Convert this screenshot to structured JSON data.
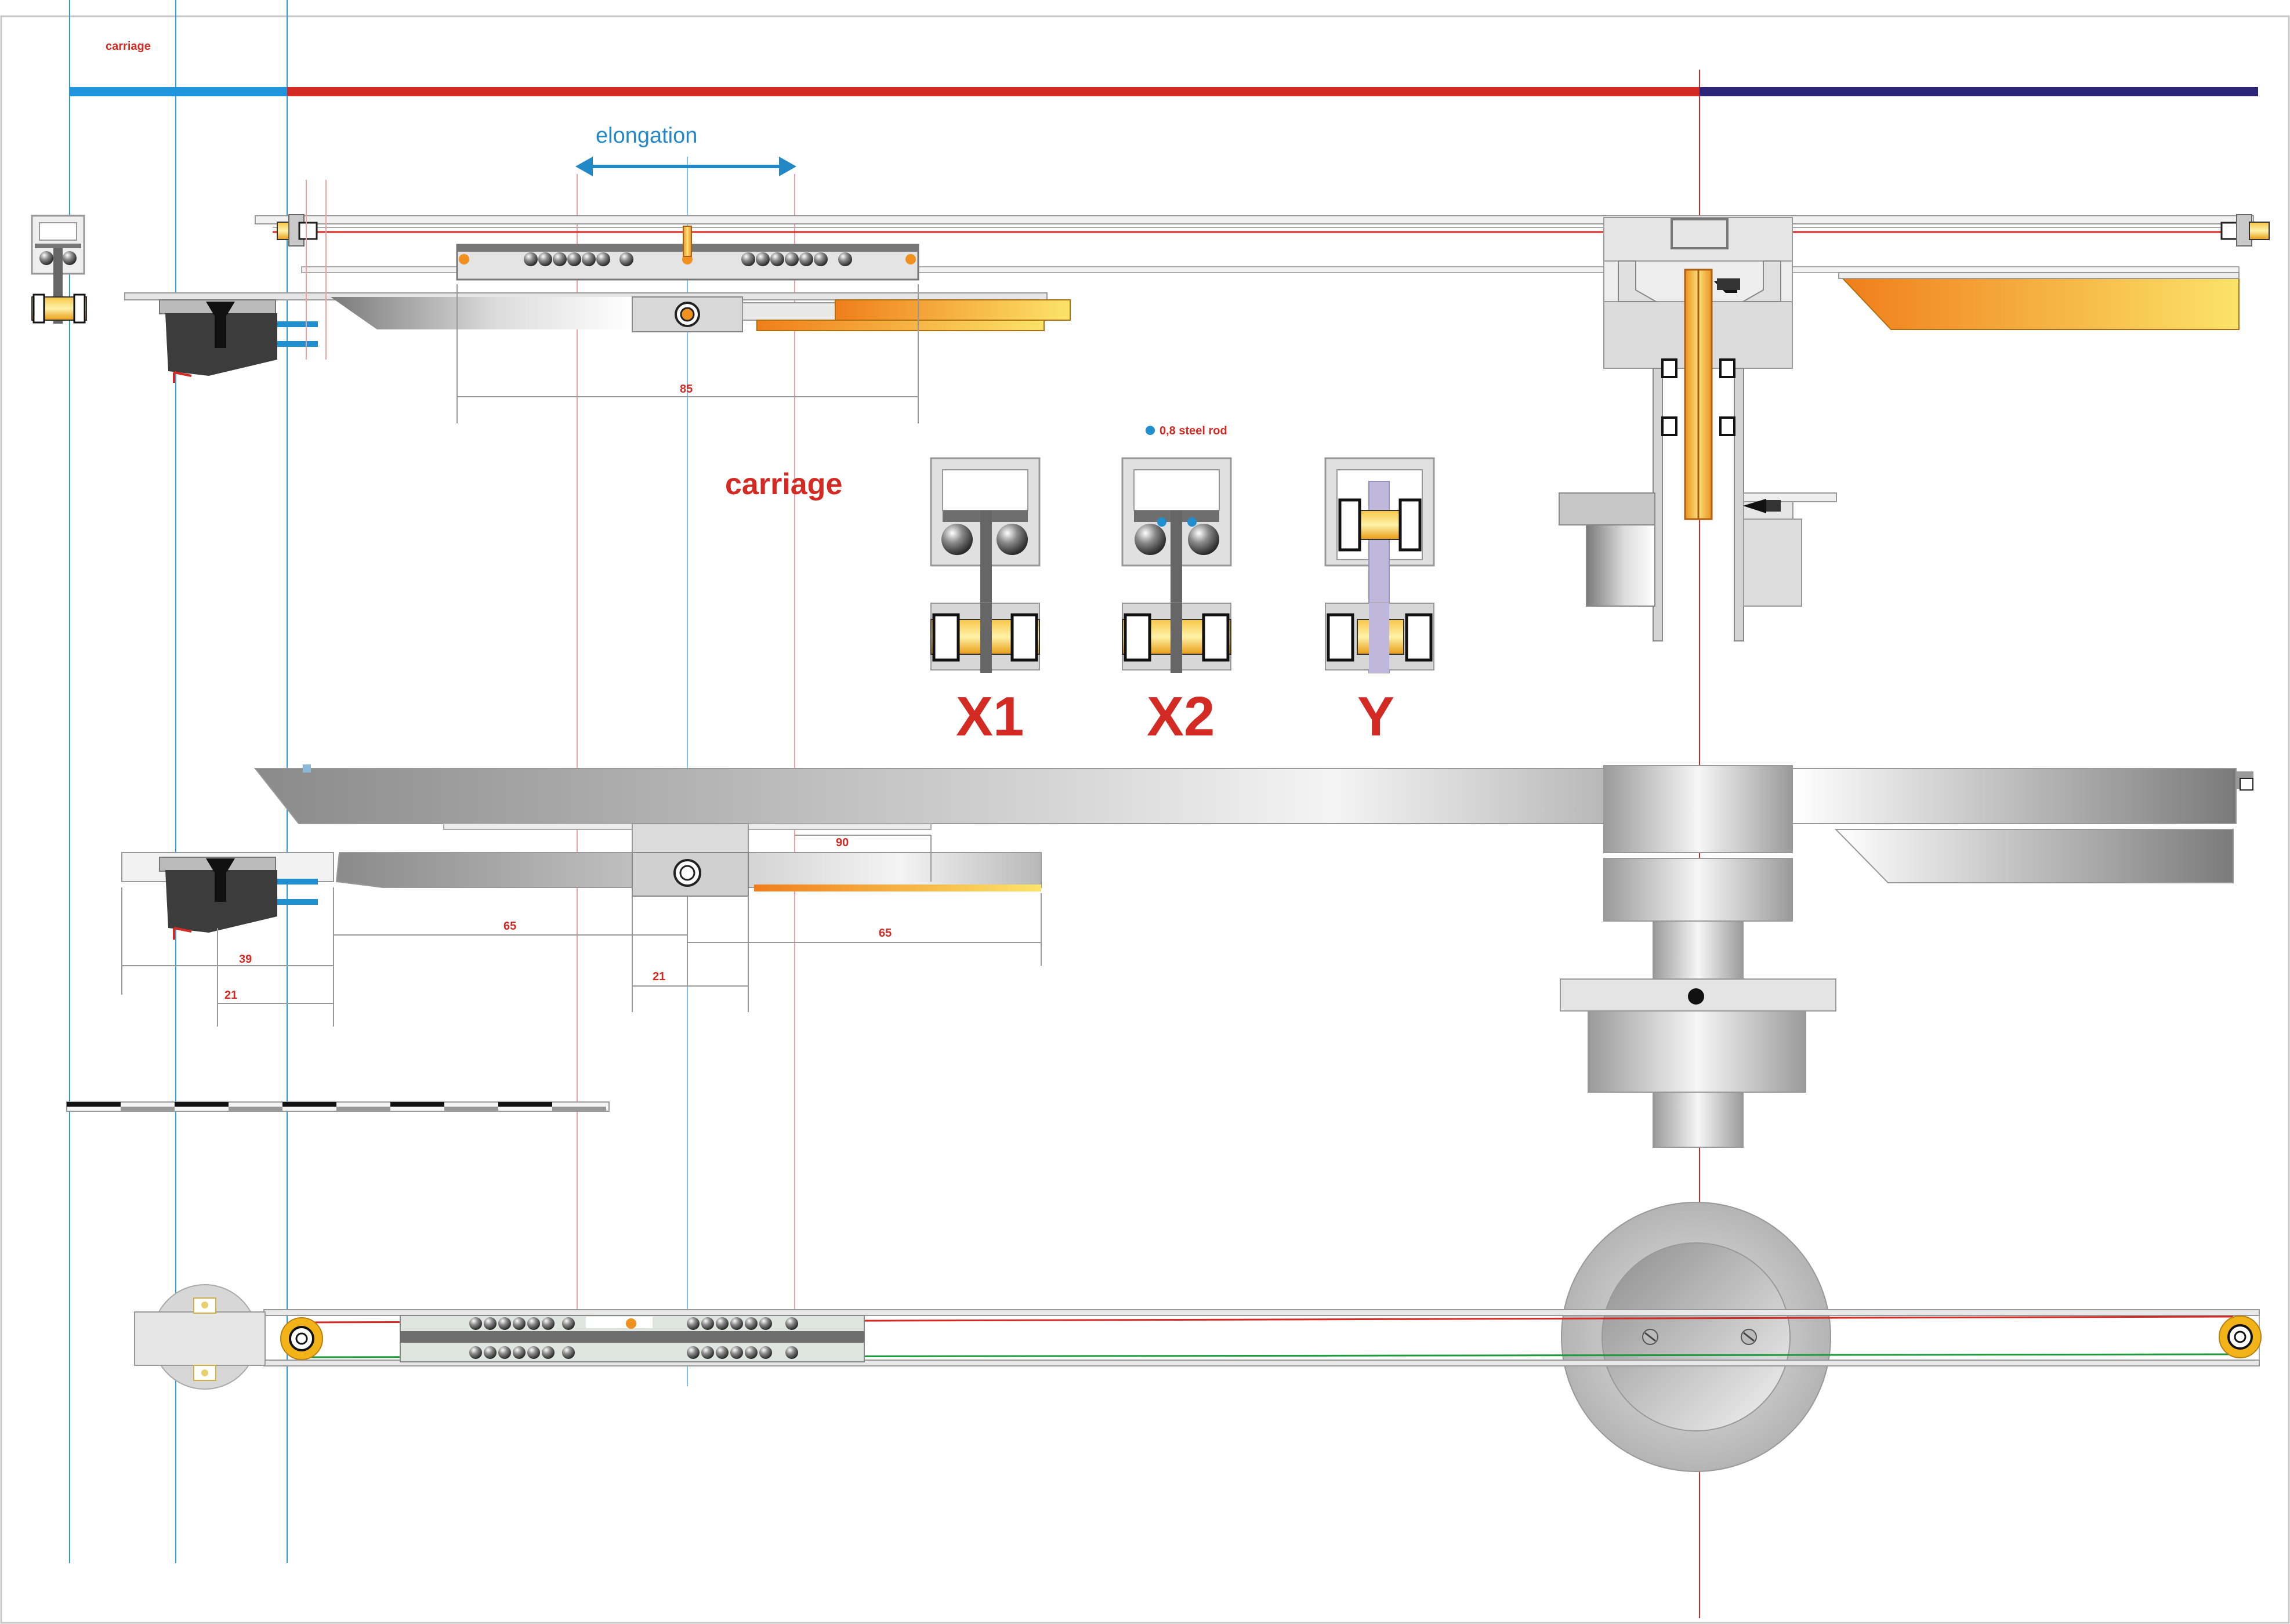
{
  "labels": {
    "corner_carriage": "carriage",
    "elongation": "elongation",
    "carriage_title": "carriage",
    "steel_rod": "0,8 steel rod",
    "section_x1": "X1",
    "section_x2": "X2",
    "section_y": "Y"
  },
  "dimensions": {
    "top_85": "85",
    "side_90": "90",
    "side_65_left": "65",
    "side_65_right": "65",
    "side_39": "39",
    "side_21_left": "21",
    "side_21_center": "21"
  },
  "colors": {
    "guide_blue": "#2a9bd6",
    "guide_red": "#d8231f",
    "band_blue": "#1e95dc",
    "band_red": "#d42a24",
    "band_navy": "#2b2477",
    "label_red": "#d42a24",
    "label_blue": "#2389c6",
    "bearing_gold": "#f2b318",
    "cartridge_dark": "#3c3c3c",
    "orange_part": "#f0901e",
    "steel_rod_dot": "#1f8fd0"
  }
}
